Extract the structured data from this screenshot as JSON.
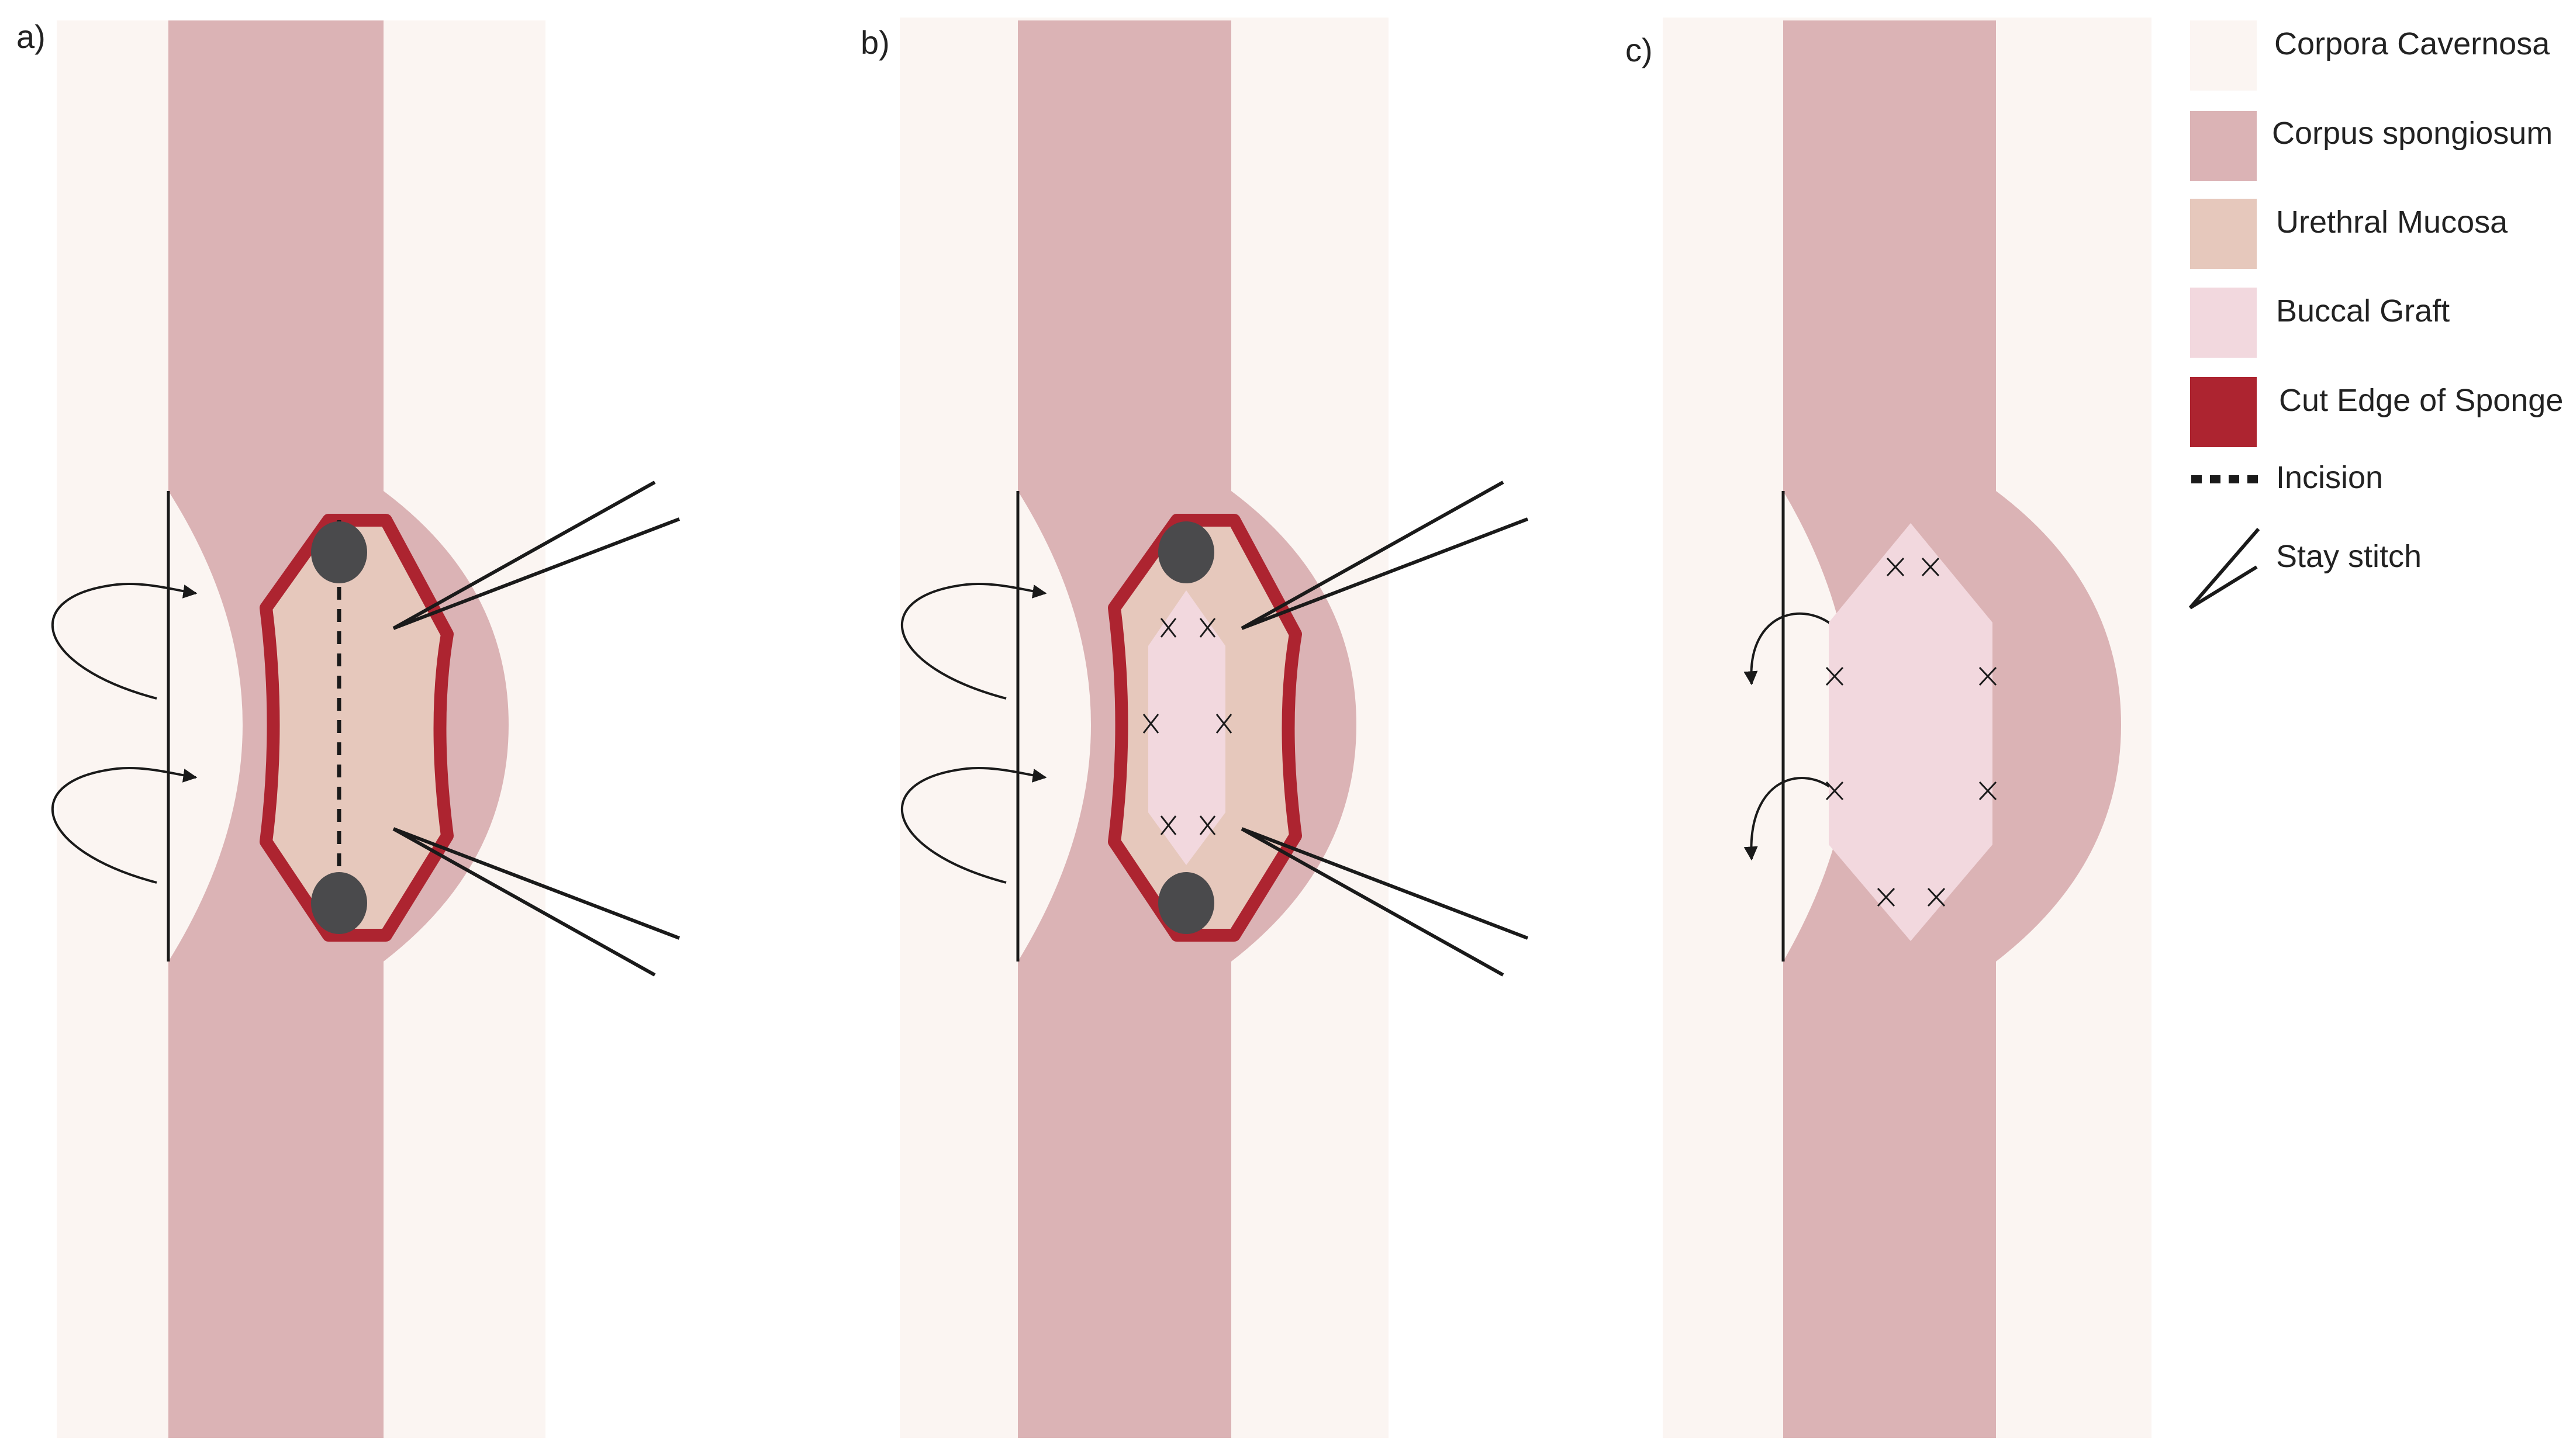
{
  "panels": [
    {
      "label": "a)"
    },
    {
      "label": "b)"
    },
    {
      "label": "c)"
    }
  ],
  "legend": {
    "items": [
      {
        "label": "Corpora Cavernosa",
        "color_key": "corpora_cavernosa"
      },
      {
        "label": "Corpus spongiosum",
        "color_key": "corpus_spongiosum"
      },
      {
        "label": "Urethral Mucosa",
        "color_key": "urethral_mucosa"
      },
      {
        "label": "Buccal Graft",
        "color_key": "buccal_graft"
      },
      {
        "label": "Cut Edge of Sponge",
        "color_key": "cut_edge"
      },
      {
        "label": "Incision",
        "symbol": "dashed-line-icon"
      },
      {
        "label": "Stay stitch",
        "symbol": "stay-stitch-icon"
      }
    ]
  },
  "colors": {
    "corpora_cavernosa": "#fbf5f2",
    "corpus_spongiosum": "#dbb3b5",
    "urethral_mucosa": "#e6c8bc",
    "buccal_graft": "#f2d8de",
    "cut_edge": "#ad2430",
    "stitch_knot": "#4a4a4c",
    "line": "#1a1a1a"
  }
}
